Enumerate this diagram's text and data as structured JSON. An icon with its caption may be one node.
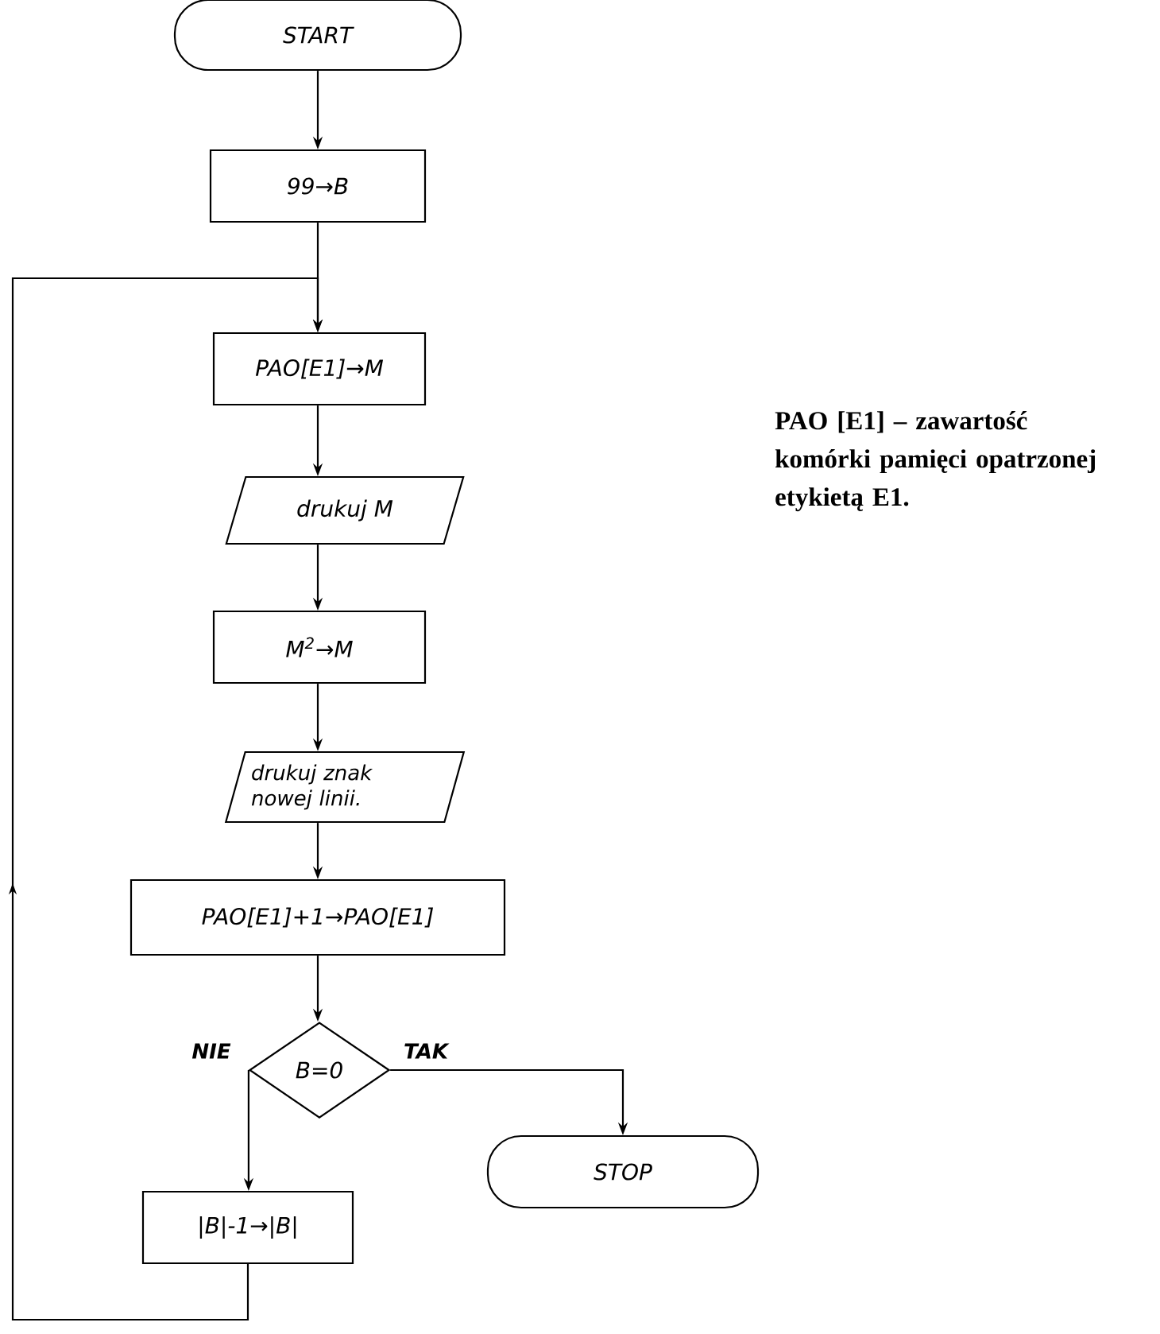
{
  "diagram": {
    "nodes": [
      {
        "text": [
          "START"
        ]
      },
      {
        "text": [
          "99→B"
        ]
      },
      {
        "text": [
          "PAO[E1]→M"
        ]
      },
      {
        "text": [
          "drukuj M"
        ]
      },
      {
        "text": [
          "M$^{2}$→M"
        ]
      },
      {
        "text": [
          "drukuj znak nowej linii."
        ]
      },
      {
        "text": [
          "PAO[E1]+1→PAO[E1]"
        ]
      },
      {
        "text": [
          "B=0"
        ]
      },
      {
        "text": [
          "STOP"
        ]
      },
      {
        "text": [
          "|B|-1→|B|"
        ]
      }
    ],
    "edges": [
      {
        "from": 0,
        "to": 1,
        "arrow": "to"
      },
      {
        "from": 1,
        "to": 2,
        "arrow": "to"
      },
      {
        "from": 2,
        "to": 3,
        "arrow": "to"
      },
      {
        "from": 3,
        "to": 4,
        "arrow": "to"
      },
      {
        "from": 4,
        "to": 5,
        "arrow": "to"
      },
      {
        "from": 5,
        "to": 6,
        "arrow": "to"
      },
      {
        "from": 6,
        "to": 7,
        "arrow": "to"
      },
      {
        "from": 7,
        "to": 8,
        "arrow": "to",
        "label": "TAK"
      },
      {
        "from": 7,
        "to": 9,
        "arrow": "to",
        "label": "NIE"
      },
      {
        "from": 9,
        "to": 2,
        "arrow": "to"
      }
    ],
    "labels": [
      "PAO [E1] – zawartość komórki pamięci opatrzonej etykietą E1."
    ]
  }
}
